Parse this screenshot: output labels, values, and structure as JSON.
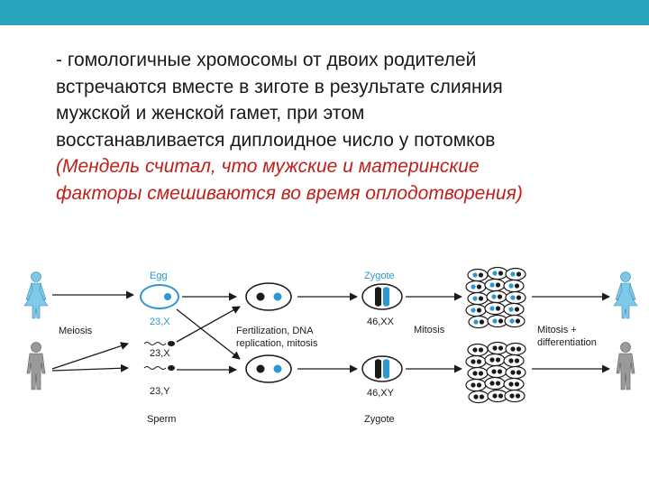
{
  "colors": {
    "top_bar": "#2aa4bd",
    "body_text": "#1a1a1a",
    "highlight_text": "#c0201b",
    "diagram_blue": "#2e97d2",
    "female_figure": "#7fc8e8",
    "male_figure": "#9a9a9a",
    "cell_outline": "#1a1a1a"
  },
  "text": {
    "line1": "- гомологичные хромосомы от двоих родителей",
    "line2": "встречаются вместе в зиготе в результате слияния",
    "line3": "мужской и женской гамет, при этом",
    "line4": "восстанавливается диплоидное число у потомков",
    "line5": "(Мендель считал, что мужские и материнские",
    "line6": "факторы смешиваются во время оплодотворения)"
  },
  "diagram": {
    "egg_label": "Egg",
    "egg_karyotype": "23,X",
    "sperm_x_karyotype": "23,X",
    "sperm_y_karyotype": "23,Y",
    "sperm_label": "Sperm",
    "meiosis_label": "Meiosis",
    "fertilization_label_1": "Fertilization, DNA",
    "fertilization_label_2": "replication, mitosis",
    "zygote_top_label": "Zygote",
    "zygote_top_karyotype": "46,XX",
    "zygote_bottom_label": "Zygote",
    "zygote_bottom_karyotype": "46,XY",
    "mitosis_label": "Mitosis",
    "differentiation_label_1": "Mitosis +",
    "differentiation_label_2": "differentiation",
    "icons": [
      "female-figure-icon",
      "male-figure-icon"
    ]
  }
}
